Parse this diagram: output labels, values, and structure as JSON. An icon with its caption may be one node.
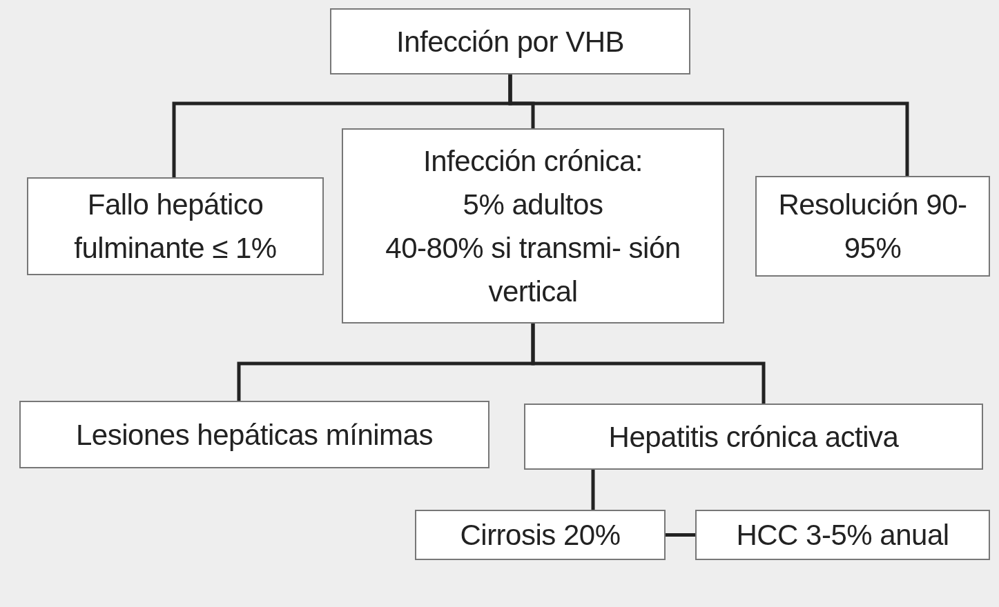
{
  "diagram": {
    "nodes": [
      {
        "text": [
          "Infección por VHB"
        ]
      },
      {
        "text": [
          "Fallo hepático fulminante ≤ 1%"
        ]
      },
      {
        "text": [
          "Infección crónica:",
          "5% adultos",
          "40-80% si transmi- sión vertical"
        ]
      },
      {
        "text": [
          "Resolución 90-95%"
        ]
      },
      {
        "text": [
          "Lesiones hepáticas mínimas"
        ]
      },
      {
        "text": [
          "Hepatitis crónica activa"
        ]
      },
      {
        "text": [
          "Cirrosis 20%"
        ]
      },
      {
        "text": [
          "HCC 3-5% anual"
        ]
      }
    ],
    "edges": [
      {
        "from": 0,
        "to": 1,
        "arrow": "none"
      },
      {
        "from": 0,
        "to": 2,
        "arrow": "none"
      },
      {
        "from": 0,
        "to": 3,
        "arrow": "none"
      },
      {
        "from": 2,
        "to": 4,
        "arrow": "none"
      },
      {
        "from": 2,
        "to": 5,
        "arrow": "none"
      },
      {
        "from": 5,
        "to": 6,
        "arrow": "none"
      },
      {
        "from": 6,
        "to": 7,
        "arrow": "none"
      }
    ]
  }
}
